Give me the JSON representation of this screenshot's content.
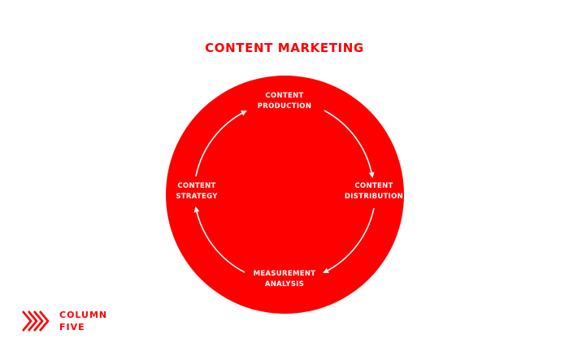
{
  "title": "CONTENT MARKETING",
  "colors": {
    "accent": "#ff0000",
    "arrow": "#ffffff",
    "background": "#ffffff"
  },
  "cycle": {
    "nodes": [
      {
        "line1": "CONTENT",
        "line2": "PRODUCTION"
      },
      {
        "line1": "CONTENT",
        "line2": "DISTRIBUTION"
      },
      {
        "line1": "MEASUREMENT",
        "line2": "ANALYSIS"
      },
      {
        "line1": "CONTENT",
        "line2": "STRATEGY"
      }
    ],
    "direction": "clockwise"
  },
  "logo": {
    "icon": "column-five-chevron-logo",
    "line1": "COLUMN",
    "line2": "FIVE"
  }
}
